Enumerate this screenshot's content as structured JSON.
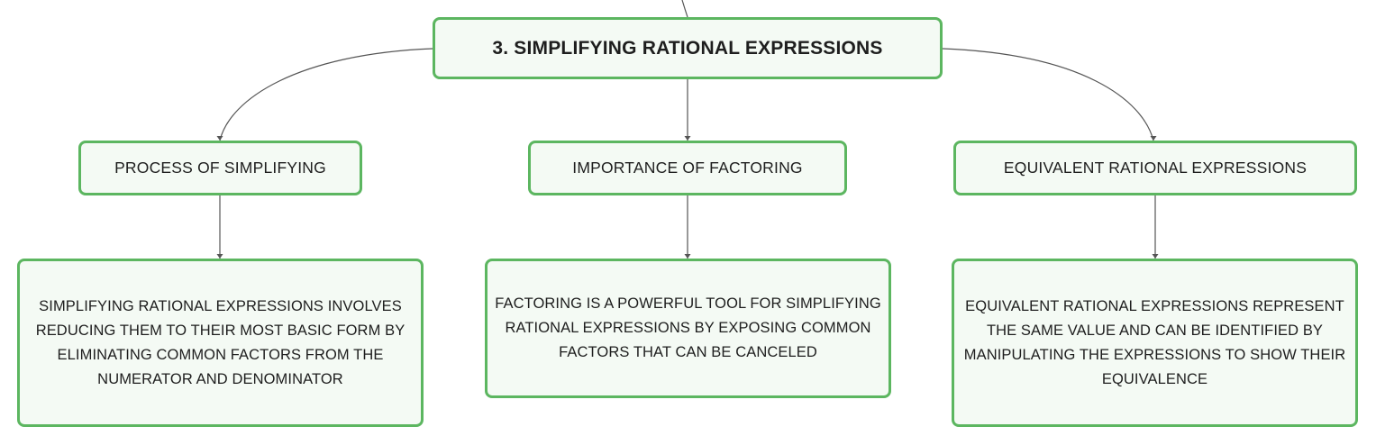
{
  "diagram": {
    "root": {
      "label": "3. SIMPLIFYING RATIONAL EXPRESSIONS"
    },
    "branches": [
      {
        "topic": "PROCESS OF SIMPLIFYING",
        "detail": "SIMPLIFYING RATIONAL EXPRESSIONS INVOLVES REDUCING THEM TO THEIR MOST BASIC FORM BY ELIMINATING COMMON FACTORS FROM THE NUMERATOR AND DENOMINATOR"
      },
      {
        "topic": "IMPORTANCE OF FACTORING",
        "detail": "FACTORING IS A POWERFUL TOOL FOR SIMPLIFYING RATIONAL EXPRESSIONS BY EXPOSING COMMON FACTORS THAT CAN BE CANCELED"
      },
      {
        "topic": "EQUIVALENT RATIONAL EXPRESSIONS",
        "detail": "EQUIVALENT RATIONAL EXPRESSIONS REPRESENT THE SAME VALUE AND CAN BE IDENTIFIED BY MANIPULATING THE EXPRESSIONS TO SHOW THEIR EQUIVALENCE"
      }
    ],
    "colors": {
      "node_border": "#5cb660",
      "node_fill": "#f4faf4",
      "connector": "#555555",
      "text": "#1e1e1e"
    }
  }
}
